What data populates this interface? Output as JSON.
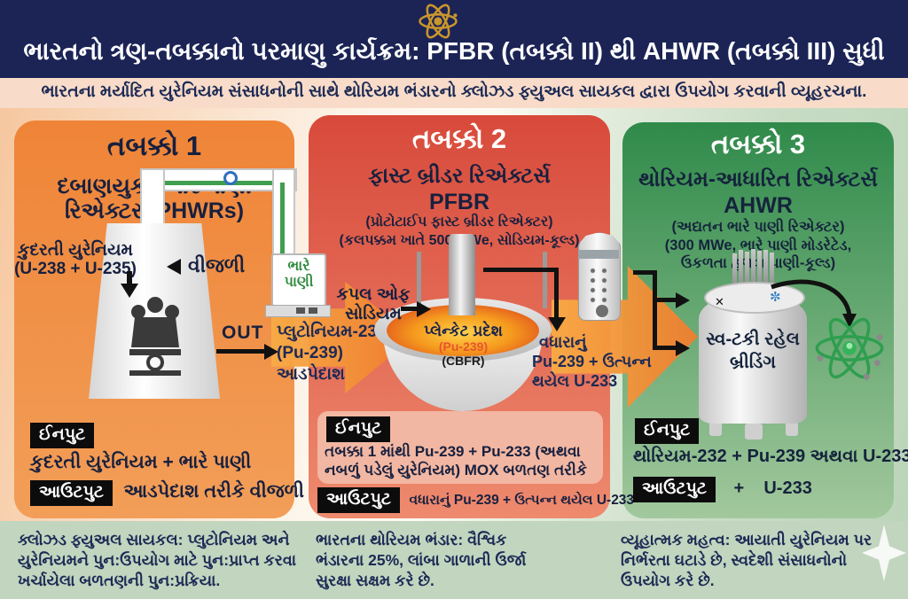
{
  "header": {
    "title": "ભારતનો ત્રણ-તબક્કાનો પરમાણુ કાર્યક્રમ: PFBR (તબક્કો II) થી AHWR (તબક્કો III) સુધી",
    "subtitle": "ભારતના મર્યાદિત યુરેનિયમ સંસાધનોની સાથે થોરિયમ ભંડારનો ક્લોઝડ ફ્યુઅલ સાયકલ દ્વારા ઉપયોગ કરવાની વ્યૂહરચના."
  },
  "stage1": {
    "title": "તબક્કો 1",
    "subtitle": "દબાણયુક્ત ભારે પાણી રિએક્ટર (PHWRs)",
    "uranium_label": "કુદરતી યુરેનિયમ",
    "uranium_isotopes": "(U-238 + U-235)",
    "electricity_label": "વીજળી",
    "out_label": "OUT",
    "heavy_water_label": "ભારે પાણી",
    "plutonium_lines": [
      "પ્લુટોનિયમ-239",
      "(Pu-239)",
      "આડપેદાશ"
    ],
    "input_label": "ઈનપુટ",
    "input_value": "કુદરતી યુરેનિયમ + ભારે પાણી",
    "output_label": "આઉટપુટ",
    "output_value": "આડપેદાશ તરીકે વીજળી"
  },
  "stage2": {
    "title": "તબક્કો 2",
    "subtitle": "ફાસ્ટ બ્રીડર રિએક્ટર્સ",
    "acronym": "PFBR",
    "detail1": "(પ્રોટોટાઈપ ફાસ્ટ બ્રીડર રિએક્ટર)",
    "detail2": "(કલપક્કમ ખાતે 500 MWe, સોડિયમ-કૂલ્ડ)",
    "sodium_lines": [
      "કપલ ઓફ",
      "સોડિયમ"
    ],
    "blanket_label": "પ્લેન્કેટ પ્રદેશ",
    "blanket_sub1": "(Pu-239)",
    "blanket_sub2": "(CBFR)",
    "extra_lines": [
      "વધારાનું",
      "Pu-239 + ઉત્પન્ન",
      "થયેલ U-233"
    ],
    "input_label": "ઈનપુટ",
    "input_line1": "તબક્કા 1 માંથી Pu-239 + Pu-233 (અથવા",
    "input_line2": "નબળું પડેલું યુરેનિયમ) MOX બળતણ તરીકે",
    "output_label": "આઉટપુટ",
    "output_value": "વધારાનું Pu-239 + ઉત્પન્ન થયેલ U-233"
  },
  "stage3": {
    "title": "તબક્કો 3",
    "subtitle": "થોરિયમ-આધારિત રિએક્ટર્સ",
    "acronym": "AHWR",
    "detail1": "(અદ્યતન ભારે પાણી રિએક્ટર)",
    "detail2": "(300 MWe, ભારે પાણી મોડરેટેડ,",
    "detail3": "ઉકળતા હળવા પાણી-કૂલ્ડ)",
    "breeding_lines": [
      "સ્વ-ટકી રહેલ",
      "બ્રીડિંગ"
    ],
    "input_label": "ઈનપુટ",
    "input_value": "થોરિયમ-232 + Pu-239 અથવા U-233",
    "output_label": "આઉટપુટ",
    "output_value": "+    U-233"
  },
  "footer": {
    "note1": "ક્લોઝડ ફ્યુઅલ સાયકલ: પ્લુટોનિયમ અને યુરેનિયમને પુન:ઉપયોગ માટે પુન:પ્રાપ્ત કરવા ખર્ચાયેલા બળતણની પુન:પ્રક્રિયા.",
    "note2": "ભારતના થોરિયમ ભંડાર: વૈશ્વિક ભંડારના 25%, લાંબા ગાળાની ઉર્જા સુરક્ષા સક્ષમ કરે છે.",
    "note3": "વ્યૂહાત્મક મહત્વ: આયાતી યુરેનિયમ પર નિર્ભરતા ઘટાડે છે, સ્વદેશી સંસાધનોનો ઉપયોગ કરે છે."
  },
  "colors": {
    "header_navy": "#1b2455",
    "subtitle_peach": "#f8dcc9",
    "stage1_orange": "#f0873b",
    "stage2_red_top": "#d84a3b",
    "stage2_red_bottom": "#ee8a6e",
    "stage3_green_top": "#2f8a4a",
    "stage3_green_bottom": "#a2c89d",
    "footer_sage": "#c2d5bf",
    "arrow_orange": "#f59b40",
    "text_navy": "#1d2a55",
    "heavy_water_green": "#2f8a3f",
    "atom_gold": "#c9952c",
    "atom_green": "#2e9e4f"
  }
}
